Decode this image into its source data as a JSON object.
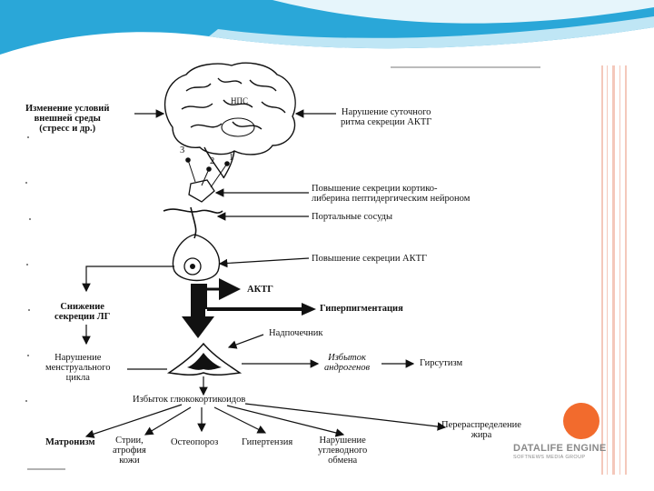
{
  "colors": {
    "header_blue": "#2aa7d8",
    "header_light": "#bfe6f5",
    "accent_orange": "#f26b2d",
    "stripe_pink": "#f4c8bb"
  },
  "labels": {
    "env_change": [
      "Изменение условий",
      "внешней среды",
      "(стресс и др.)"
    ],
    "rhythm": [
      "Нарушение суточного",
      "ритма секреции АКТГ"
    ],
    "crh": [
      "Повышение секреции кортико-",
      "либерина пептидергическим нейроном"
    ],
    "portal": "Портальные сосуды",
    "acth_up": "Повышение секреции АКТГ",
    "acth": "АКТГ",
    "hyperpig": "Гиперпигментация",
    "lh_down": [
      "Снижение",
      "секреции ЛГ"
    ],
    "adrenal": "Надпочечник",
    "menstrual": [
      "Нарушение",
      "менструального",
      "цикла"
    ],
    "androgen": [
      "Избыток",
      "андрогенов"
    ],
    "hirsut": "Гирсутизм",
    "gluco": "Избыток глюкокортикоидов",
    "matron": "Матронизм",
    "striae": [
      "Стрии,",
      "атрофия",
      "кожи"
    ],
    "osteo": "Остеопороз",
    "hypert": "Гипертензия",
    "carb": [
      "Нарушение",
      "углеводного",
      "обмена"
    ],
    "fat": [
      "Перераспределение",
      "жира"
    ],
    "brain_tag": "НПС",
    "n1": "1",
    "n2": "2",
    "n3": "3"
  },
  "watermark": {
    "title": "DATALIFE ENGINE",
    "subtitle": "SOFTNEWS MEDIA GROUP"
  }
}
